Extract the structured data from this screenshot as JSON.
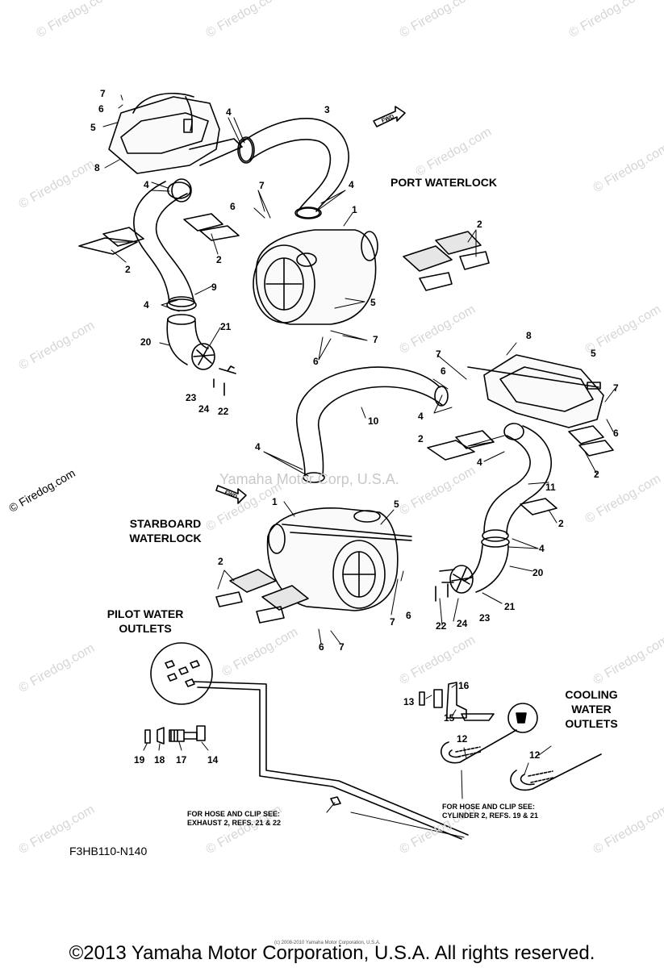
{
  "watermark": {
    "text": "© Firedog.com",
    "center_text": "Yamaha Motor Corp, U.S.A."
  },
  "sections": {
    "port_waterlock": "PORT WATERLOCK",
    "starboard_waterlock": "STARBOARD\nWATERLOCK",
    "pilot_water_outlets": "PILOT WATER\nOUTLETS",
    "cooling_water_outlets": "COOLING\nWATER\nOUTLETS"
  },
  "fwd_label": "FWD",
  "notes": {
    "exhaust_note": "FOR HOSE AND CLIP SEE:\nEXHAUST 2, REFS. 21 & 22",
    "cylinder_note": "FOR HOSE AND CLIP SEE:\nCYLINDER 2, REFS. 19 & 21"
  },
  "diagram_code": "F3HB110-N140",
  "tiny_copyright": "(c) 2008-2010 Yamaha Motor Corporation, U.S.A.",
  "footer": "©2013 Yamaha Motor Corporation, U.S.A. All rights reserved.",
  "callouts": {
    "c1": "7",
    "c2": "6",
    "c3": "5",
    "c4": "8",
    "c5": "4",
    "c6": "4",
    "c7": "3",
    "c8": "7",
    "c9": "6",
    "c10": "4",
    "c11": "1",
    "c12": "2",
    "c13": "2",
    "c14": "2",
    "c15": "9",
    "c16": "4",
    "c17": "5",
    "c18": "7",
    "c19": "6",
    "c20": "21",
    "c21": "20",
    "c22": "23",
    "c23": "24",
    "c24": "22",
    "c25": "8",
    "c26": "5",
    "c27": "7",
    "c28": "6",
    "c29": "7",
    "c30": "6",
    "c31": "10",
    "c32": "4",
    "c33": "2",
    "c34": "2",
    "c35": "4",
    "c36": "11",
    "c37": "4",
    "c38": "2",
    "c39": "4",
    "c40": "20",
    "c41": "1",
    "c42": "5",
    "c43": "2",
    "c44": "7",
    "c45": "6",
    "c46": "21",
    "c47": "23",
    "c48": "24",
    "c49": "22",
    "c50": "6",
    "c51": "7",
    "c52": "13",
    "c53": "16",
    "c54": "15",
    "c55": "12",
    "c56": "12",
    "c57": "19",
    "c58": "18",
    "c59": "17",
    "c60": "14"
  }
}
